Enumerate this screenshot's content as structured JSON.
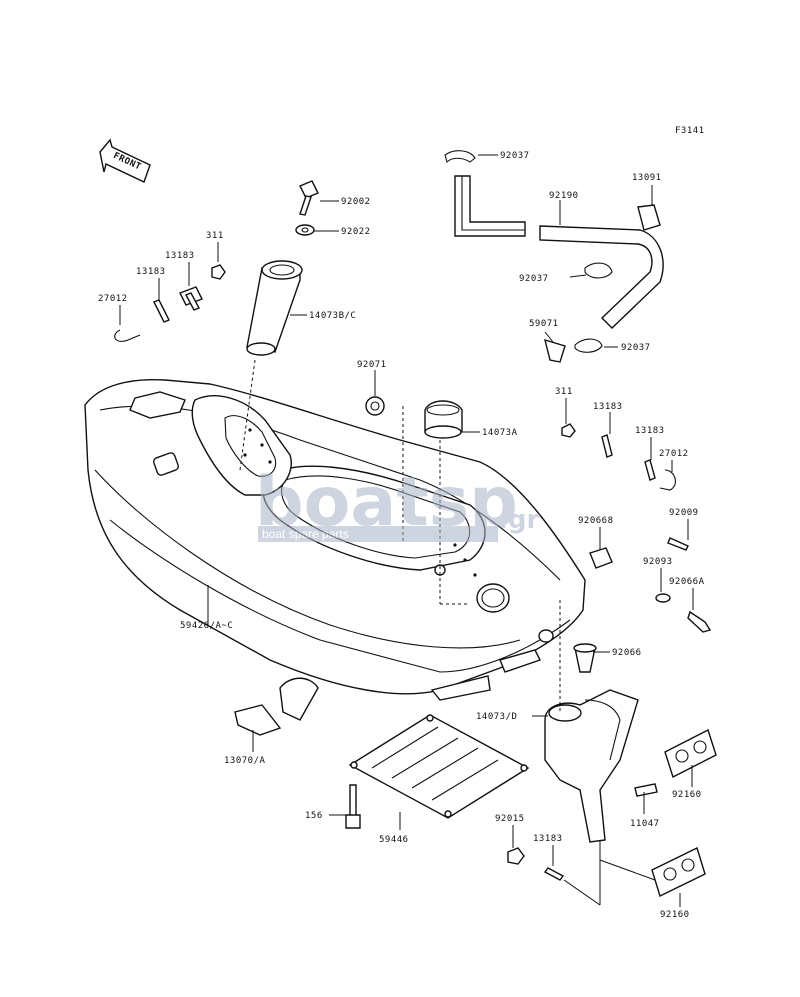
{
  "figure_code": "F3141",
  "front_marker": "FRONT",
  "watermark": {
    "main": "boatsp",
    "suffix": ".gr",
    "tagline": "boat spare parts"
  },
  "parts": {
    "p92037a": "92037",
    "p92190": "92190",
    "p13091": "13091",
    "p92037b": "92037",
    "p59071": "59071",
    "p92037c": "92037",
    "p92002": "92002",
    "p92022": "92022",
    "p311a": "311",
    "p13183a": "13183",
    "p13183b": "13183",
    "p27012a": "27012",
    "p14073bc": "14073B/C",
    "p92071": "92071",
    "p14073a": "14073A",
    "p311b": "311",
    "p13183c": "13183",
    "p13183d": "13183",
    "p27012b": "27012",
    "p92066b": "920668",
    "p92009": "92009",
    "p92093": "92093",
    "p92066a": "92066A",
    "p92066": "92066",
    "p59426": "59426/A~C",
    "p14073d": "14073/D",
    "p13070": "13070/A",
    "p92160a": "92160",
    "p11047": "11047",
    "p156": "156",
    "p59446": "59446",
    "p92015": "92015",
    "p13183e": "13183",
    "p92160b": "92160"
  }
}
